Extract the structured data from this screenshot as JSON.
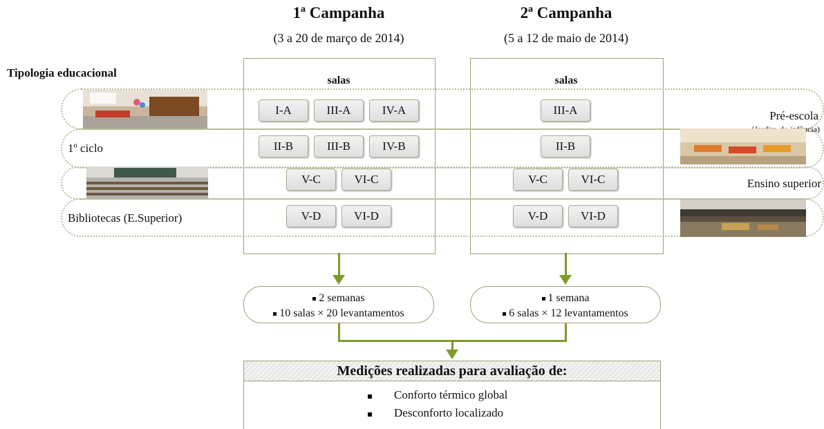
{
  "campaigns": [
    {
      "title": "1ª Campanha",
      "dates": "(3 a 20 de março de 2014)",
      "salas_label": "salas",
      "rows": [
        [
          "I-A",
          "III-A",
          "IV-A"
        ],
        [
          "II-B",
          "III-B",
          "IV-B"
        ],
        [
          "V-C",
          "VI-C"
        ],
        [
          "V-D",
          "VI-D"
        ]
      ],
      "summary": [
        "2 semanas",
        "10 salas × 20 levantamentos"
      ]
    },
    {
      "title": "2ª Campanha",
      "dates": "(5 a 12 de maio de 2014)",
      "salas_label": "salas",
      "rows": [
        [
          "III-A"
        ],
        [
          "II-B"
        ],
        [
          "V-C",
          "VI-C"
        ],
        [
          "V-D",
          "VI-D"
        ]
      ],
      "summary": [
        "1 semana",
        "6 salas × 12 levantamentos"
      ]
    }
  ],
  "typology_header": "Tipologia educacional",
  "left_labels": {
    "row2": "1º ciclo",
    "row4": "Bibliotecas (E.Superior)"
  },
  "right_labels": {
    "row1": "Pré-escola",
    "row1_sub": "(Jardim-de-infância)",
    "row3": "Ensino superior"
  },
  "measurements": {
    "title": "Medições realizadas para avaliação de:",
    "items": [
      "Conforto térmico global",
      "Desconforto localizado"
    ]
  },
  "colors": {
    "arrow": "#7f9a2a",
    "border": "#9aa27a",
    "band": "#b7bd9c"
  }
}
